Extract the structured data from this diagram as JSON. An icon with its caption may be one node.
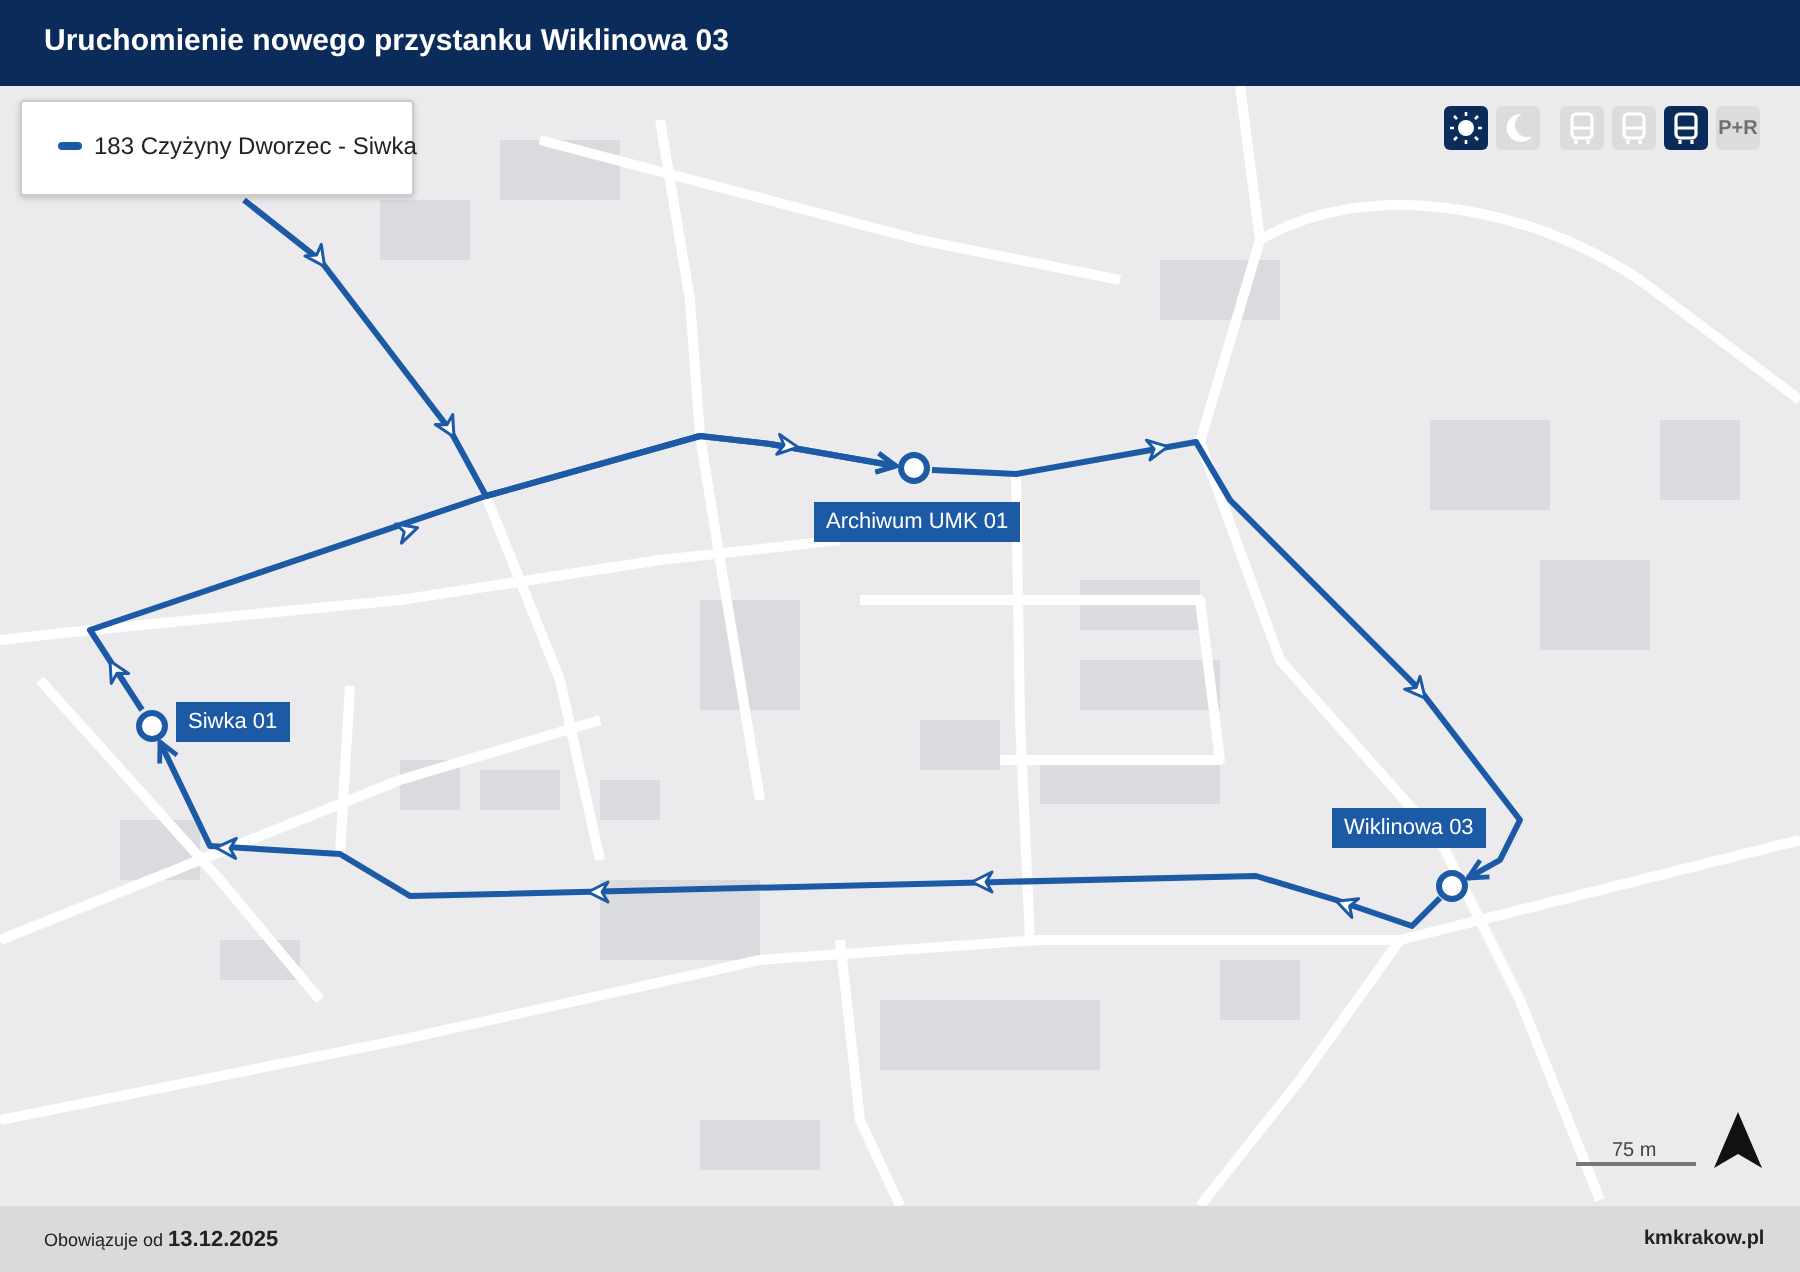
{
  "diagram": {
    "title": "Uruchomienie nowego przystanku Wiklinowa 03",
    "nodes": [
      {
        "text": [],
        "shape": "circle",
        "beside": [
          "Archiwum UMK 01"
        ]
      },
      {
        "text": [],
        "shape": "circle",
        "beside": [
          "Siwka 01"
        ]
      },
      {
        "text": [],
        "shape": "circle",
        "beside": [
          "Wiklinowa 03"
        ]
      }
    ],
    "edges": [
      {
        "from": null,
        "to": 0,
        "arrow": "to"
      },
      {
        "from": 0,
        "to": 2,
        "arrow": "to"
      },
      {
        "from": 2,
        "to": 1,
        "arrow": "to"
      },
      {
        "from": 1,
        "to": 0,
        "arrow": "to"
      }
    ],
    "labels": [
      "P+R",
      "75 m",
      "Obowiązuje od **13.12.2025**",
      "kmkrakow.pl"
    ],
    "legend": [
      {
        "text": "183 Czyżyny Dworzec - Siwka"
      }
    ]
  }
}
